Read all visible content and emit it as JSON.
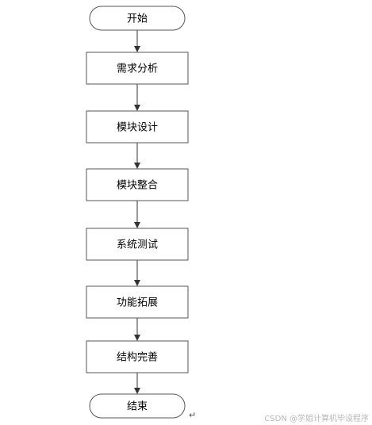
{
  "flowchart": {
    "nodes": [
      {
        "id": "start",
        "shape": "terminal",
        "label": "开始"
      },
      {
        "id": "req",
        "shape": "process",
        "label": "需求分析"
      },
      {
        "id": "design",
        "shape": "process",
        "label": "模块设计"
      },
      {
        "id": "integrate",
        "shape": "process",
        "label": "模块整合"
      },
      {
        "id": "test",
        "shape": "process",
        "label": "系统测试"
      },
      {
        "id": "extend",
        "shape": "process",
        "label": "功能拓展"
      },
      {
        "id": "refine",
        "shape": "process",
        "label": "结构完善"
      },
      {
        "id": "end",
        "shape": "terminal",
        "label": "结束"
      }
    ],
    "edges": [
      {
        "from": "start",
        "to": "req"
      },
      {
        "from": "req",
        "to": "design"
      },
      {
        "from": "design",
        "to": "integrate"
      },
      {
        "from": "integrate",
        "to": "test"
      },
      {
        "from": "test",
        "to": "extend"
      },
      {
        "from": "extend",
        "to": "refine"
      },
      {
        "from": "refine",
        "to": "end"
      }
    ],
    "colors": {
      "border": "#555555",
      "fill": "#ffffff",
      "arrow": "#333333",
      "text": "#000000"
    }
  },
  "paragraph_mark": "↵",
  "watermark": "CSDN @学姐计算机毕设程序"
}
